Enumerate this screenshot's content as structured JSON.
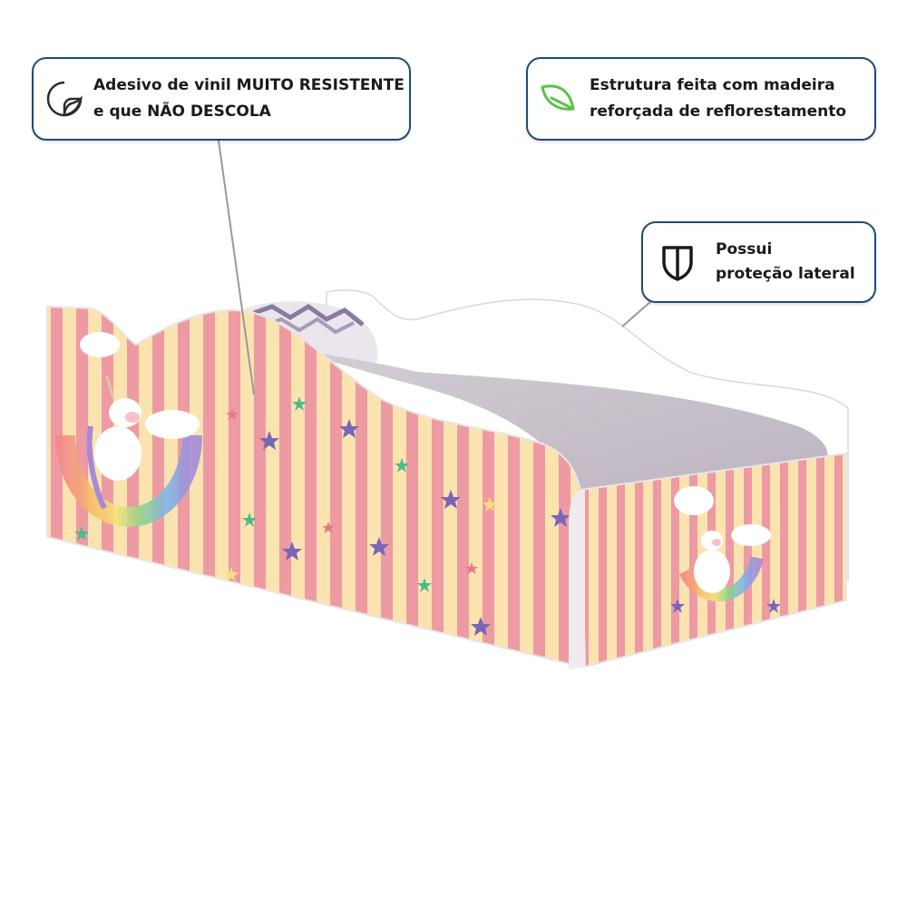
{
  "callouts": [
    {
      "id": "vinyl-sticker",
      "icon": "peeling-sticker-icon",
      "line1": "Adesivo de vinil MUITO RESISTENTE",
      "line2": "e que NÃO DESCOLA"
    },
    {
      "id": "wood-structure",
      "icon": "leaf-icon",
      "line1": "Estrutura feita com madeira",
      "line2": "reforçada de reflorestamento"
    },
    {
      "id": "side-protection",
      "icon": "shield-icon",
      "line1": "Possui",
      "line2": "proteção lateral"
    }
  ],
  "colors": {
    "callout_border": "#1e4a7a",
    "leaf_green": "#5cc04a",
    "stripe_pink": "#ee9aa3",
    "stripe_cream": "#fbe3b0",
    "mattress": "#c9c2cc",
    "bed_frame": "#ffffff"
  },
  "product": {
    "description": "Children's bed with unicorn and rainbow striped vinyl sticker"
  }
}
